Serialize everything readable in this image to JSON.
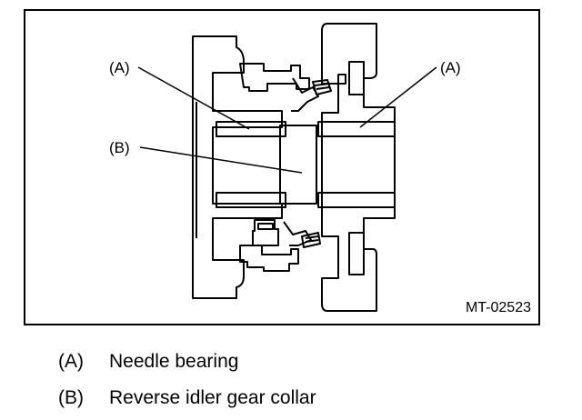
{
  "figure": {
    "callouts": {
      "a_left": "(A)",
      "a_right": "(A)",
      "b": "(B)"
    },
    "figure_id": "MT-02523"
  },
  "legend": [
    {
      "key": "(A)",
      "text": "Needle bearing"
    },
    {
      "key": "(B)",
      "text": "Reverse idler gear collar"
    }
  ]
}
